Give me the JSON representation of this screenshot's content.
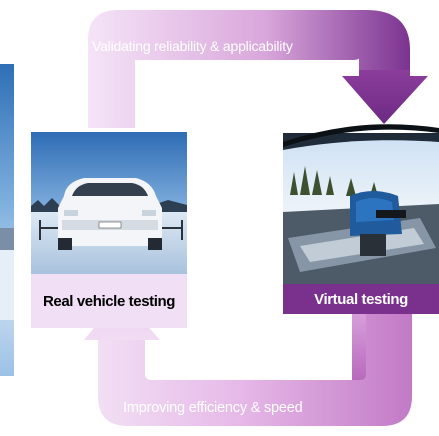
{
  "diagram": {
    "top_flow_label": "Validating reliability & applicability",
    "bottom_flow_label": "Improving efficiency & speed",
    "real_node": {
      "label": "Real vehicle testing",
      "photo": "car-on-snowy-test-track-photo"
    },
    "virtual_node": {
      "label": "Virtual testing",
      "photo": "driving-simulator-in-lab-photo"
    },
    "colors": {
      "cycle_light": "#efd7f1",
      "cycle_mid": "#c77fcb",
      "cycle_dark": "#6f2d86",
      "real_label_bg": "#f1dff5",
      "virtual_label_bg": "#79318d"
    }
  }
}
